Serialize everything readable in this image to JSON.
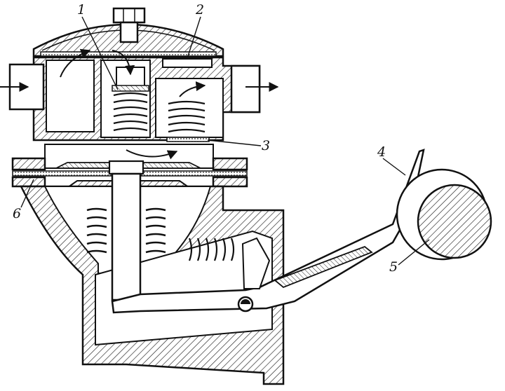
{
  "callouts": [
    {
      "id": "1",
      "text": "1"
    },
    {
      "id": "2",
      "text": "2"
    },
    {
      "id": "3",
      "text": "3"
    },
    {
      "id": "4",
      "text": "4"
    },
    {
      "id": "5",
      "text": "5"
    },
    {
      "id": "6",
      "text": "6"
    }
  ],
  "colors": {
    "ink": "#111111",
    "paper": "#ffffff",
    "hatch": "#222222"
  }
}
